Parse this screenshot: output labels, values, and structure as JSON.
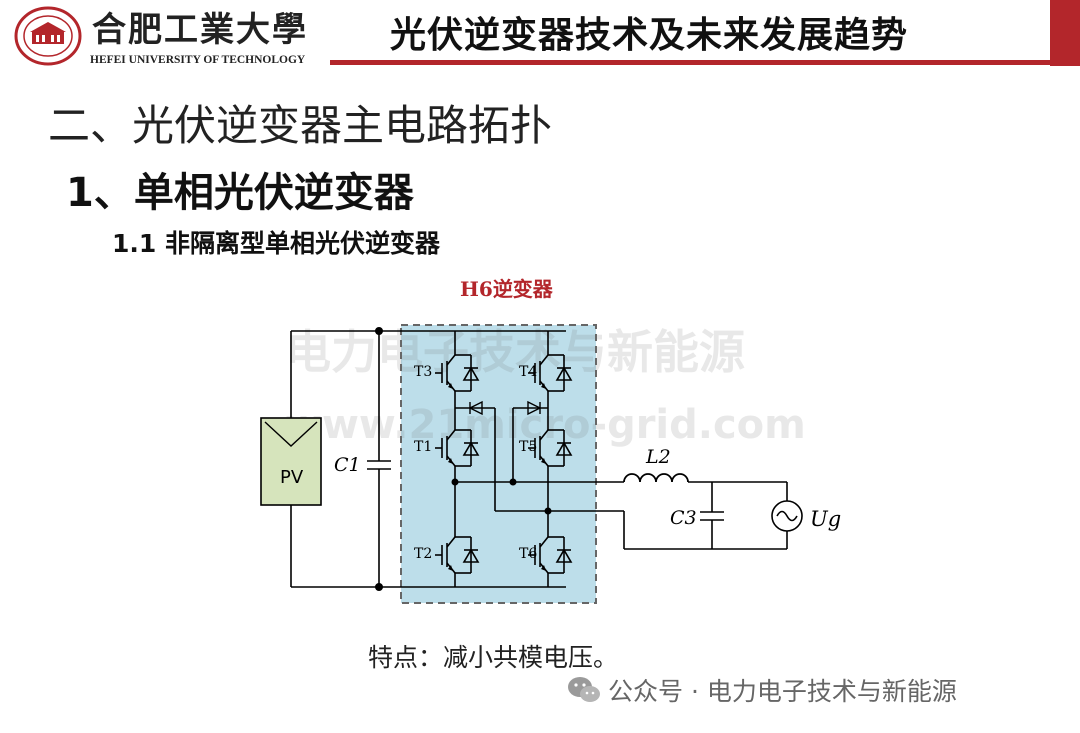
{
  "header": {
    "logo_cn": "合肥工業大學",
    "logo_en": "HEFEI UNIVERSITY OF TECHNOLOGY",
    "title": "光伏逆变器技术及未来发展趋势"
  },
  "section": {
    "h1": "二、光伏逆变器主电路拓扑",
    "h2": "1、单相光伏逆变器",
    "h3": "1.1  非隔离型单相光伏逆变器"
  },
  "diagram": {
    "title": "H6逆变器",
    "pv_label": "PV",
    "c1": "C1",
    "l2": "L2",
    "c3": "C3",
    "ug": "Ug",
    "switches": [
      "T3",
      "T4",
      "T1",
      "T5",
      "T2",
      "T6"
    ]
  },
  "watermark": {
    "line1": "电力电子技术与新能源",
    "line2": "www.21micro-grid.com"
  },
  "feature_text": "特点：减小共模电压。",
  "footer": {
    "text": "公众号 · 电力电子技术与新能源"
  },
  "colors": {
    "accent_red": "#b3262b",
    "highlight_fill": "#a8d3e3",
    "pv_fill": "#d6e4bc"
  }
}
